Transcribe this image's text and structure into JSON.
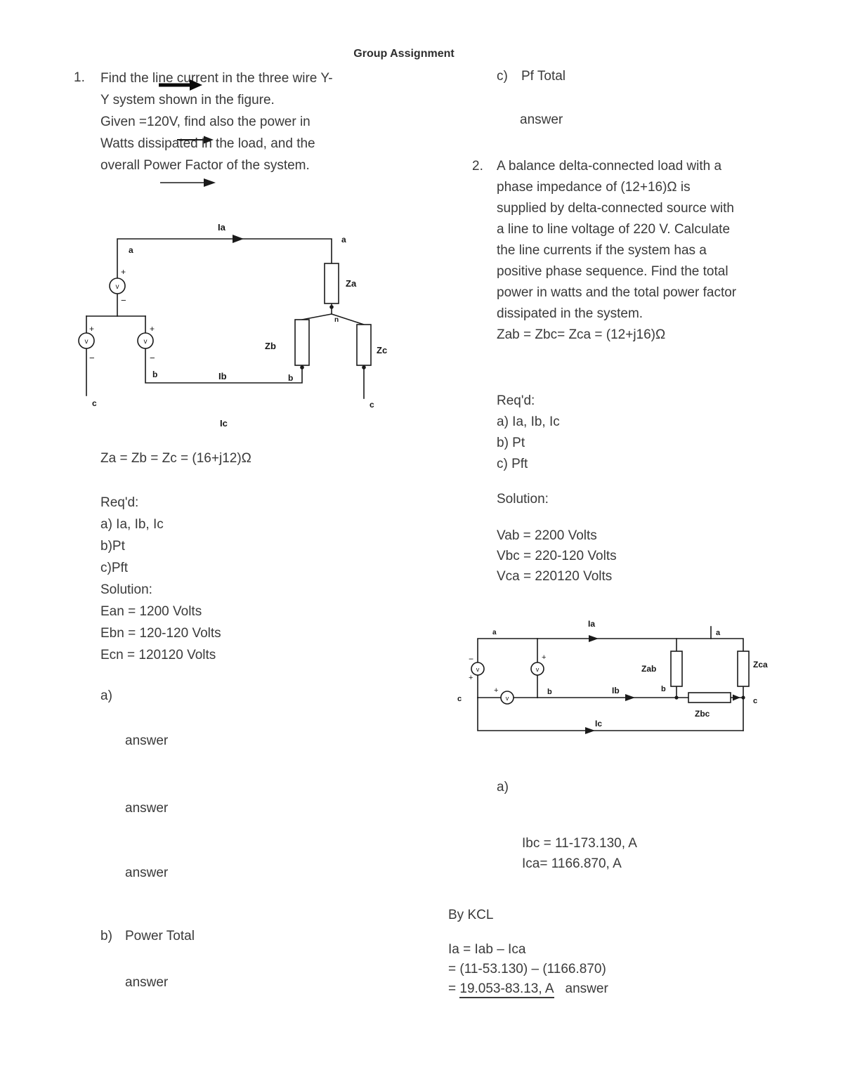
{
  "title": "Group Assignment",
  "problem1": {
    "number": "1.",
    "line1": "Find the line current in the three wire Y-",
    "line2": "Y system shown in the figure.",
    "line3": "Given =120V, find also the power in",
    "line4a": "Watts ",
    "line4b": "dissipated",
    "line4c": " in the load, and the",
    "line5": "overall Power Factor of the system.",
    "impedance": "Za = Zb = Zc = (16+j12)Ω",
    "reqd_label": "Req'd:",
    "req_a": "a) Ia, Ib, Ic",
    "req_b": "b)Pt",
    "req_c": "c)Pft",
    "solution_label": "Solution:",
    "ean": "Ean = 1200 Volts",
    "ebn": "Ebn = 120-120 Volts",
    "ecn": "Ecn = 120120 Volts",
    "part_a_label": "a)",
    "answer_1": "answer",
    "answer_2": "answer",
    "answer_3": "answer",
    "part_b_label": "b)",
    "part_b_text": "Power Total",
    "answer_4": "answer"
  },
  "problem2": {
    "part_c_label": "c)",
    "part_c_text": "Pf Total",
    "answer_c": "answer",
    "number": "2.",
    "line1": "A balance delta-connected load with a",
    "line2": "phase impedance of (12+16)Ω is",
    "line3": "supplied by delta-connected source with",
    "line4": "a line to line voltage of 220 V. Calculate",
    "line5": "the line currents if the system has a",
    "line6": "positive phase sequence. Find the total",
    "line7": "power in watts and the total power factor",
    "line8": "dissipated in the system.",
    "impedance": "Zab = Zbc= Zca = (12+j16)Ω",
    "reqd_label": "Req'd:",
    "req_a": "a) Ia, Ib, Ic",
    "req_b": "b) Pt",
    "req_c": "c) Pft",
    "solution_label": "Solution:",
    "vab": "Vab = 2200 Volts",
    "vbc": "Vbc = 220-120 Volts",
    "vca": "Vca = 220120 Volts",
    "part_a_label": "a)",
    "ibc": "Ibc = 11-173.130, A",
    "ica": "Ica= 1166.870, A",
    "by_kcl": "By KCL",
    "kcl_1": "Ia = Iab – Ica",
    "kcl_2": "= (11-53.130) – (1166.870)",
    "kcl_3_prefix": "= ",
    "kcl_3_underlined": "19.053-83.13, A",
    "kcl_3_answer": "answer"
  },
  "circuit1": {
    "ia": "Ia",
    "ib": "Ib",
    "ic": "Ic",
    "za": "Za",
    "zb": "Zb",
    "zc": "Zc",
    "node_a_left": "a",
    "node_a_right": "a",
    "node_n": "n",
    "node_b_left": "b",
    "node_b_right": "b",
    "node_c_left": "c",
    "node_c_right": "c",
    "source_label": "v",
    "plus": "+",
    "minus": "−"
  },
  "circuit2": {
    "ia": "Ia",
    "ib": "Ib",
    "ic": "Ic",
    "zab": "Zab",
    "zbc": "Zbc",
    "zca": "Zca",
    "node_a_delta": "a",
    "node_a_load": "a",
    "node_b_delta": "b",
    "node_b_load": "b",
    "node_c_delta": "c",
    "node_c_load": "c",
    "source_label": "v",
    "plus": "+",
    "minus": "−"
  }
}
